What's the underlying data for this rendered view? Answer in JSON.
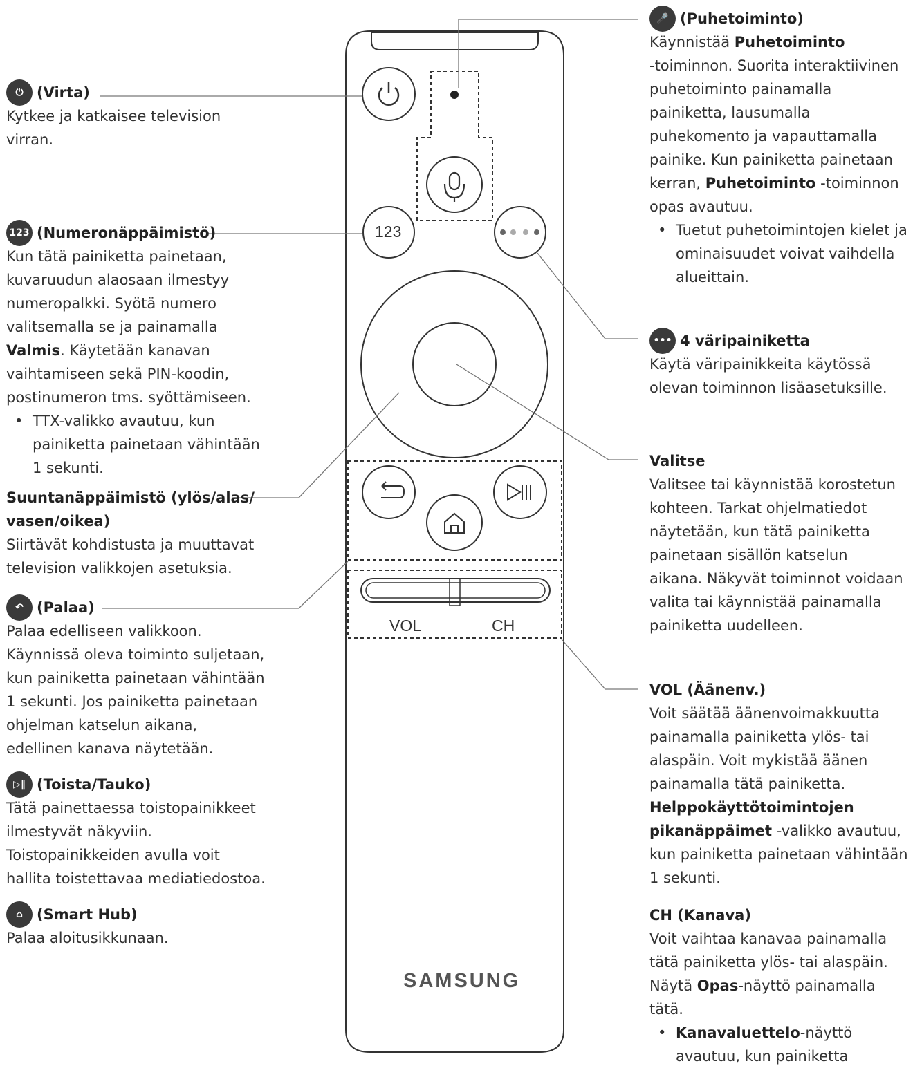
{
  "power": {
    "title": "(Virta)",
    "lines": [
      "Kytkee ja katkaisee television",
      "virran."
    ]
  },
  "numpad": {
    "icon_text": "123",
    "title": "(Numeronäppäimistö)",
    "lines": [
      "Kun tätä painiketta painetaan,",
      "kuvaruudun alaosaan ilmestyy",
      "numeropalkki. Syötä numero",
      "valitsemalla se ja painamalla"
    ],
    "line_bold": "Valmis",
    "line_bold_rest": ". Käytetään kanavan",
    "lines2": [
      "vaihtamiseen sekä PIN-koodin,",
      "postinumeron tms. syöttämiseen."
    ],
    "bullet_lines": [
      "TTX-valikko avautuu, kun",
      "painiketta painetaan vähintään",
      "1 sekunti."
    ]
  },
  "direction": {
    "title_lines": [
      "Suuntanäppäimistö (ylös/alas/",
      "vasen/oikea)"
    ],
    "lines": [
      "Siirtävät kohdistusta ja muuttavat",
      "television valikkojen asetuksia."
    ]
  },
  "back": {
    "title": "(Palaa)",
    "lines": [
      "Palaa edelliseen valikkoon.",
      "Käynnissä oleva toiminto suljetaan,",
      "kun painiketta painetaan vähintään",
      "1 sekunti. Jos painiketta painetaan",
      "ohjelman katselun aikana,",
      "edellinen kanava näytetään."
    ]
  },
  "play": {
    "title": "(Toista/Tauko)",
    "lines": [
      "Tätä painettaessa toistopainikkeet",
      "ilmestyvät näkyviin.",
      "Toistopainikkeiden avulla voit",
      "hallita toistettavaa mediatiedostoa."
    ]
  },
  "smarthub": {
    "title": "(Smart Hub)",
    "lines": [
      "Palaa aloitusikkunaan."
    ]
  },
  "voice": {
    "title": "(Puhetoiminto)",
    "l1_pre": "Käynnistää ",
    "l1_bold": "Puhetoiminto",
    "lines": [
      "-toiminnon. Suorita interaktiivinen",
      "puhetoiminto painamalla",
      "painiketta, lausumalla",
      "puhekomento ja vapauttamalla",
      "painike. Kun painiketta painetaan"
    ],
    "l7_pre": "kerran, ",
    "l7_bold": "Puhetoiminto",
    "l7_rest": " -toiminnon",
    "l8": "opas avautuu.",
    "bullet_lines": [
      "Tuetut puhetoimintojen kielet ja",
      "ominaisuudet voivat vaihdella",
      "alueittain."
    ]
  },
  "colors": {
    "title": "4 väripainiketta",
    "lines": [
      "Käytä väripainikkeita käytössä",
      "olevan toiminnon lisäasetuksille."
    ]
  },
  "select": {
    "title": "Valitse",
    "lines": [
      "Valitsee tai käynnistää korostetun",
      "kohteen. Tarkat ohjelmatiedot",
      "näytetään, kun tätä painiketta",
      "painetaan sisällön katselun",
      "aikana. Näkyvät toiminnot voidaan",
      "valita tai käynnistää painamalla",
      "painiketta uudelleen."
    ]
  },
  "vol": {
    "title": "VOL (Äänenv.)",
    "lines": [
      "Voit säätää äänenvoimakkuutta",
      "painamalla painiketta ylös- tai",
      "alaspäin. Voit mykistää äänen",
      "painamalla tätä painiketta."
    ],
    "bold_lines": [
      "Helppokäyttötoimintojen"
    ],
    "bold2": "pikanäppäimet",
    "bold2_rest": " -valikko avautuu,",
    "lines2": [
      "kun painiketta painetaan vähintään",
      "1 sekunti."
    ]
  },
  "ch": {
    "title": "CH (Kanava)",
    "lines": [
      "Voit vaihtaa kanavaa painamalla",
      "tätä painiketta ylös- tai alaspäin."
    ],
    "l3_pre": "Näytä ",
    "l3_bold": "Opas",
    "l3_rest": "-näyttö painamalla",
    "l4": "tätä.",
    "bullet_bold": "Kanavaluettelo",
    "bullet_rest": "-näyttö",
    "bullet_l2": "avautuu, kun painiketta"
  },
  "remote": {
    "btn_123": "123",
    "vol_label": "VOL",
    "ch_label": "CH",
    "brand": "SAMSUNG"
  }
}
